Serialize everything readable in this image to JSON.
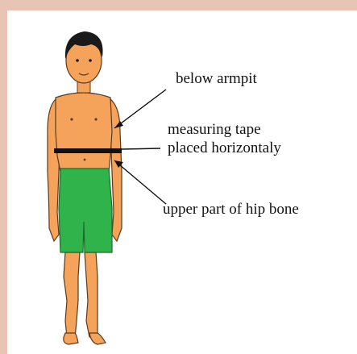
{
  "annotations": {
    "armpit": "below armpit",
    "tape_line1": "measuring tape",
    "tape_line2": "placed horizontaly",
    "hip": "upper part of hip bone"
  },
  "colors": {
    "frame": "#e8c4b4",
    "skin": "#f5a35a",
    "hair": "#1a1a1a",
    "shorts": "#2fb34a",
    "tape": "#111111"
  }
}
